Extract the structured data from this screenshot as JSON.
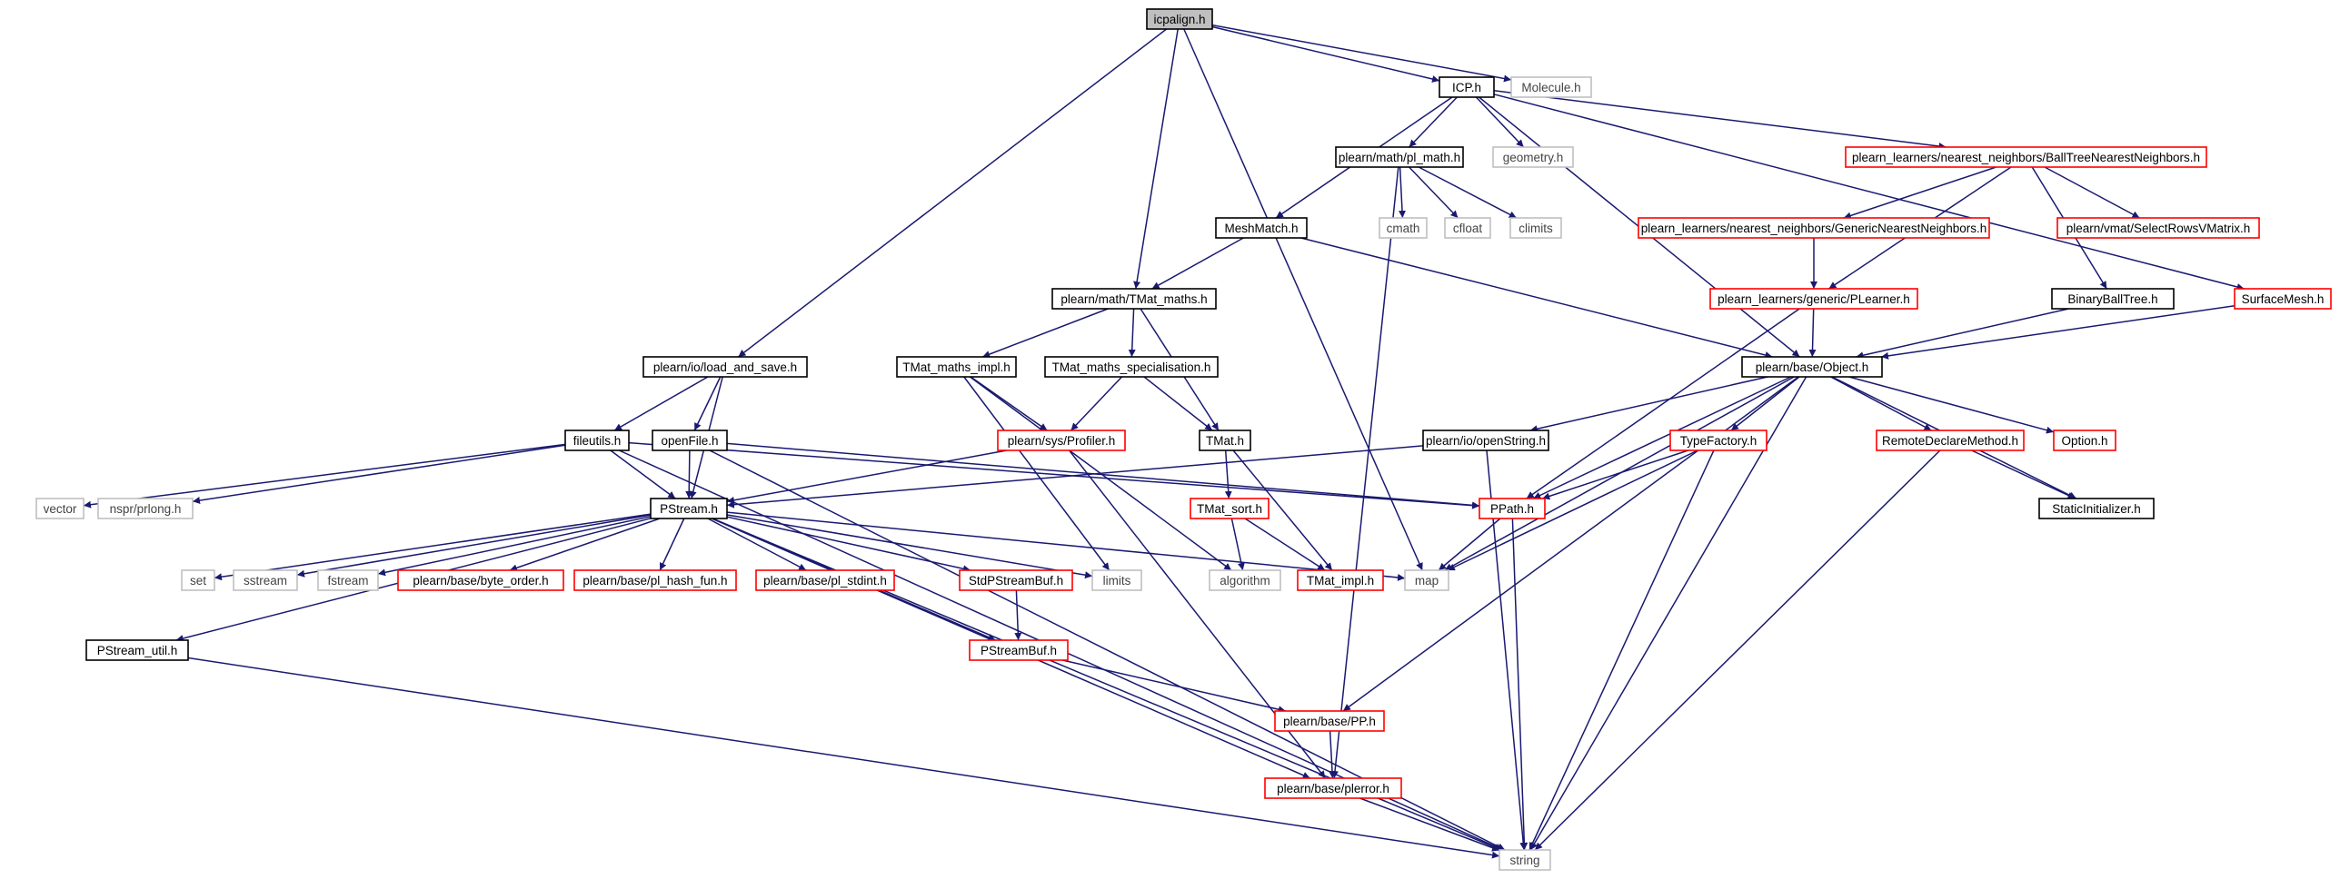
{
  "colors": {
    "edge": "#191970",
    "node_border_default": "#000000",
    "node_border_incomplete": "#ff0000",
    "node_border_external": "#bfbfbf",
    "root_fill": "#bfbfbf",
    "node_fill": "#ffffff"
  },
  "nodes": [
    {
      "id": "icpalign",
      "label": "icpalign.h",
      "kind": "root"
    },
    {
      "id": "icp",
      "label": "ICP.h",
      "kind": "black"
    },
    {
      "id": "molecule",
      "label": "Molecule.h",
      "kind": "gray"
    },
    {
      "id": "plmath",
      "label": "plearn/math/pl_math.h",
      "kind": "black"
    },
    {
      "id": "geometry",
      "label": "geometry.h",
      "kind": "gray"
    },
    {
      "id": "btnn",
      "label": "plearn_learners/nearest_neighbors/BallTreeNearestNeighbors.h",
      "kind": "red"
    },
    {
      "id": "meshmatch",
      "label": "MeshMatch.h",
      "kind": "black"
    },
    {
      "id": "cmath",
      "label": "cmath",
      "kind": "gray"
    },
    {
      "id": "cfloat",
      "label": "cfloat",
      "kind": "gray"
    },
    {
      "id": "climits",
      "label": "climits",
      "kind": "gray"
    },
    {
      "id": "gnn",
      "label": "plearn_learners/nearest_neighbors/GenericNearestNeighbors.h",
      "kind": "red"
    },
    {
      "id": "selrows",
      "label": "plearn/vmat/SelectRowsVMatrix.h",
      "kind": "red"
    },
    {
      "id": "tmatmaths",
      "label": "plearn/math/TMat_maths.h",
      "kind": "black"
    },
    {
      "id": "plearner",
      "label": "plearn_learners/generic/PLearner.h",
      "kind": "red"
    },
    {
      "id": "balltree",
      "label": "BinaryBallTree.h",
      "kind": "black"
    },
    {
      "id": "surfacemesh",
      "label": "SurfaceMesh.h",
      "kind": "red"
    },
    {
      "id": "loadsave",
      "label": "plearn/io/load_and_save.h",
      "kind": "black"
    },
    {
      "id": "tmatimpl",
      "label": "TMat_maths_impl.h",
      "kind": "black"
    },
    {
      "id": "tmatspec",
      "label": "TMat_maths_specialisation.h",
      "kind": "black"
    },
    {
      "id": "object",
      "label": "plearn/base/Object.h",
      "kind": "black"
    },
    {
      "id": "fileutils",
      "label": "fileutils.h",
      "kind": "black"
    },
    {
      "id": "openfile",
      "label": "openFile.h",
      "kind": "black"
    },
    {
      "id": "profiler",
      "label": "plearn/sys/Profiler.h",
      "kind": "red"
    },
    {
      "id": "tmat",
      "label": "TMat.h",
      "kind": "black"
    },
    {
      "id": "openstring",
      "label": "plearn/io/openString.h",
      "kind": "black"
    },
    {
      "id": "typefactory",
      "label": "TypeFactory.h",
      "kind": "red"
    },
    {
      "id": "remotedecl",
      "label": "RemoteDeclareMethod.h",
      "kind": "red"
    },
    {
      "id": "option",
      "label": "Option.h",
      "kind": "red"
    },
    {
      "id": "vector",
      "label": "vector",
      "kind": "gray"
    },
    {
      "id": "nsprlong",
      "label": "nspr/prlong.h",
      "kind": "gray"
    },
    {
      "id": "pstream",
      "label": "PStream.h",
      "kind": "black"
    },
    {
      "id": "tmatsort",
      "label": "TMat_sort.h",
      "kind": "red"
    },
    {
      "id": "ppath",
      "label": "PPath.h",
      "kind": "red"
    },
    {
      "id": "staticinit",
      "label": "StaticInitializer.h",
      "kind": "black"
    },
    {
      "id": "set",
      "label": "set",
      "kind": "gray"
    },
    {
      "id": "sstream",
      "label": "sstream",
      "kind": "gray"
    },
    {
      "id": "fstream",
      "label": "fstream",
      "kind": "gray"
    },
    {
      "id": "byteorder",
      "label": "plearn/base/byte_order.h",
      "kind": "red"
    },
    {
      "id": "hashfun",
      "label": "plearn/base/pl_hash_fun.h",
      "kind": "red"
    },
    {
      "id": "stdint",
      "label": "plearn/base/pl_stdint.h",
      "kind": "red"
    },
    {
      "id": "stdpsb",
      "label": "StdPStreamBuf.h",
      "kind": "red"
    },
    {
      "id": "limits",
      "label": "limits",
      "kind": "gray"
    },
    {
      "id": "algorithm",
      "label": "algorithm",
      "kind": "gray"
    },
    {
      "id": "tmatimplh",
      "label": "TMat_impl.h",
      "kind": "red"
    },
    {
      "id": "map",
      "label": "map",
      "kind": "gray"
    },
    {
      "id": "pstreamutil",
      "label": "PStream_util.h",
      "kind": "black"
    },
    {
      "id": "pstreambuf",
      "label": "PStreamBuf.h",
      "kind": "red"
    },
    {
      "id": "pp",
      "label": "plearn/base/PP.h",
      "kind": "red"
    },
    {
      "id": "plerror",
      "label": "plearn/base/plerror.h",
      "kind": "red"
    },
    {
      "id": "string",
      "label": "string",
      "kind": "gray"
    }
  ],
  "edges": [
    [
      "icpalign",
      "icp"
    ],
    [
      "icpalign",
      "molecule"
    ],
    [
      "icpalign",
      "loadsave"
    ],
    [
      "icpalign",
      "tmatmaths"
    ],
    [
      "icpalign",
      "map"
    ],
    [
      "icp",
      "plmath"
    ],
    [
      "icp",
      "geometry"
    ],
    [
      "icp",
      "btnn"
    ],
    [
      "icp",
      "meshmatch"
    ],
    [
      "icp",
      "object"
    ],
    [
      "icp",
      "surfacemesh"
    ],
    [
      "plmath",
      "cmath"
    ],
    [
      "plmath",
      "cfloat"
    ],
    [
      "plmath",
      "climits"
    ],
    [
      "plmath",
      "plerror"
    ],
    [
      "btnn",
      "gnn"
    ],
    [
      "btnn",
      "selrows"
    ],
    [
      "btnn",
      "plearner"
    ],
    [
      "btnn",
      "balltree"
    ],
    [
      "meshmatch",
      "tmatmaths"
    ],
    [
      "meshmatch",
      "object"
    ],
    [
      "gnn",
      "plearner"
    ],
    [
      "tmatmaths",
      "tmatimpl"
    ],
    [
      "tmatmaths",
      "tmatspec"
    ],
    [
      "tmatmaths",
      "tmat"
    ],
    [
      "plearner",
      "object"
    ],
    [
      "plearner",
      "ppath"
    ],
    [
      "balltree",
      "object"
    ],
    [
      "surfacemesh",
      "object"
    ],
    [
      "loadsave",
      "fileutils"
    ],
    [
      "loadsave",
      "openfile"
    ],
    [
      "loadsave",
      "pstream"
    ],
    [
      "tmatimpl",
      "profiler"
    ],
    [
      "tmatimpl",
      "limits"
    ],
    [
      "tmatimpl",
      "algorithm"
    ],
    [
      "tmatspec",
      "profiler"
    ],
    [
      "tmatspec",
      "tmat"
    ],
    [
      "object",
      "openstring"
    ],
    [
      "object",
      "typefactory"
    ],
    [
      "object",
      "remotedecl"
    ],
    [
      "object",
      "option"
    ],
    [
      "object",
      "ppath"
    ],
    [
      "object",
      "staticinit"
    ],
    [
      "object",
      "map"
    ],
    [
      "object",
      "pp"
    ],
    [
      "object",
      "string"
    ],
    [
      "fileutils",
      "vector"
    ],
    [
      "fileutils",
      "nsprlong"
    ],
    [
      "fileutils",
      "pstream"
    ],
    [
      "fileutils",
      "ppath"
    ],
    [
      "fileutils",
      "string"
    ],
    [
      "openfile",
      "pstream"
    ],
    [
      "openfile",
      "ppath"
    ],
    [
      "openfile",
      "string"
    ],
    [
      "profiler",
      "pstream"
    ],
    [
      "profiler",
      "plerror"
    ],
    [
      "tmat",
      "tmatsort"
    ],
    [
      "tmat",
      "tmatimplh"
    ],
    [
      "openstring",
      "pstream"
    ],
    [
      "openstring",
      "string"
    ],
    [
      "typefactory",
      "ppath"
    ],
    [
      "typefactory",
      "map"
    ],
    [
      "typefactory",
      "string"
    ],
    [
      "remotedecl",
      "staticinit"
    ],
    [
      "remotedecl",
      "string"
    ],
    [
      "pstream",
      "pstreamutil"
    ],
    [
      "pstream",
      "set"
    ],
    [
      "pstream",
      "sstream"
    ],
    [
      "pstream",
      "fstream"
    ],
    [
      "pstream",
      "byteorder"
    ],
    [
      "pstream",
      "hashfun"
    ],
    [
      "pstream",
      "stdint"
    ],
    [
      "pstream",
      "stdpsb"
    ],
    [
      "pstream",
      "limits"
    ],
    [
      "pstream",
      "map"
    ],
    [
      "pstream",
      "pstreambuf"
    ],
    [
      "pstream",
      "plerror"
    ],
    [
      "pstream",
      "string"
    ],
    [
      "tmatsort",
      "algorithm"
    ],
    [
      "tmatsort",
      "tmatimplh"
    ],
    [
      "ppath",
      "map"
    ],
    [
      "ppath",
      "string"
    ],
    [
      "stdpsb",
      "pstreambuf"
    ],
    [
      "pstreamutil",
      "string"
    ],
    [
      "pstreambuf",
      "pp"
    ],
    [
      "pp",
      "plerror"
    ],
    [
      "plerror",
      "string"
    ]
  ]
}
